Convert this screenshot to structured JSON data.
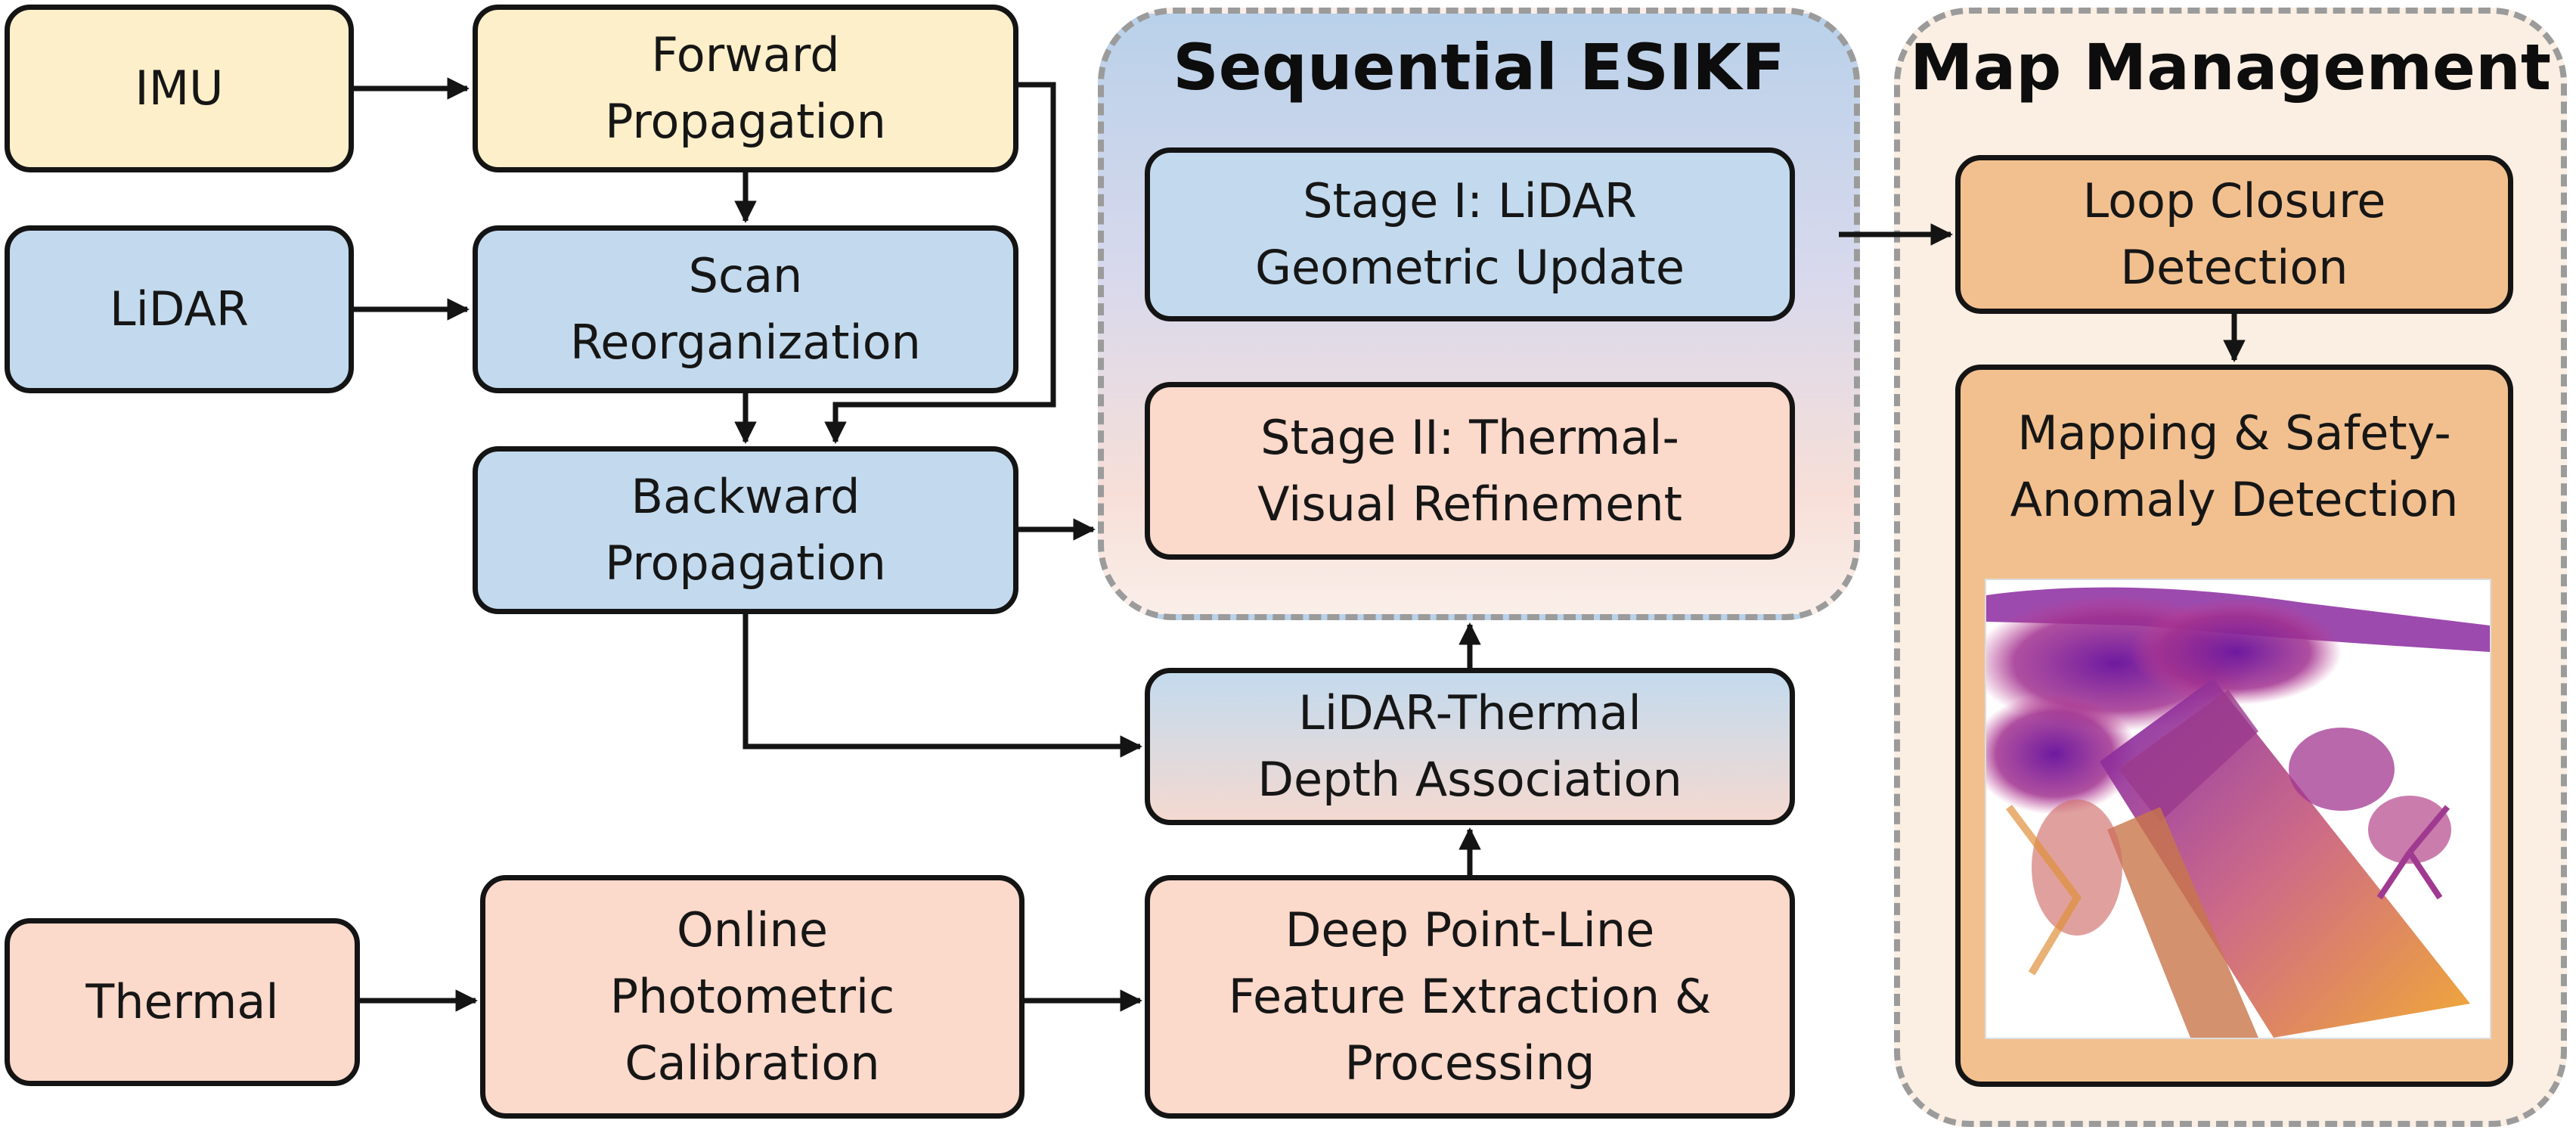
{
  "nodes": {
    "imu": "IMU",
    "forward": "Forward\nPropagation",
    "lidar": "LiDAR",
    "scan": "Scan\nReorganization",
    "backward": "Backward\nPropagation",
    "thermal": "Thermal",
    "photometric": "Online\nPhotometric\nCalibration",
    "feature": "Deep Point-Line\nFeature Extraction &\nProcessing",
    "depth": "LiDAR-Thermal\nDepth Association",
    "stage1": "Stage I: LiDAR\nGeometric Update",
    "stage2": "Stage II: Thermal-\nVisual Refinement",
    "loop": "Loop Closure\nDetection",
    "mapping": "Mapping & Safety-\nAnomaly Detection"
  },
  "groups": {
    "esikf_title": "Sequential ESIKF",
    "map_title": "Map Management"
  },
  "colors": {
    "sensor_imu": "#fcefc9",
    "lidar_path": "#c3daee",
    "thermal_path": "#fbd9cb",
    "map_management": "#f2c08f",
    "group_border": "#9b9b9b",
    "edge": "#141414"
  }
}
